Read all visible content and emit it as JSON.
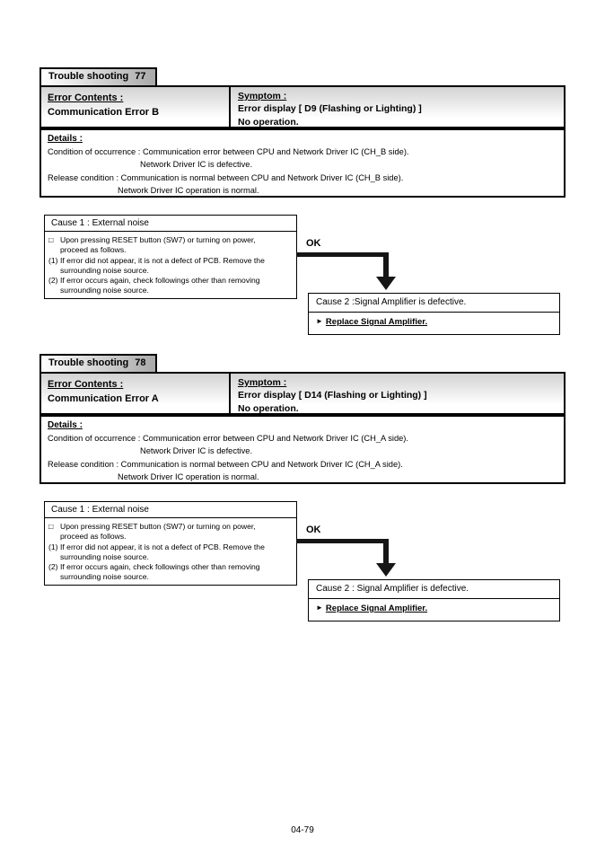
{
  "page": {
    "footer": "04-79"
  },
  "sections": [
    {
      "tab_label": "Trouble shooting",
      "tab_number": "77",
      "error_contents": {
        "label": "Error Contents :",
        "value": "Communication Error B"
      },
      "symptom": {
        "label": "Symptom :",
        "line1": "Error display [ D9 (Flashing or Lighting) ]",
        "line2": "No operation."
      },
      "details": {
        "label": "Details :",
        "line1": "Condition of occurrence : Communication error between CPU and Network Driver IC (CH_B side).",
        "line2": "Network Driver IC is defective.",
        "line3": "Release condition : Communication is normal between CPU and Network Driver IC (CH_B side).",
        "line4": "Network Driver IC operation is normal."
      },
      "cause1": {
        "title": "Cause 1 : External noise",
        "items": [
          {
            "marker": "□",
            "text": "Upon pressing RESET button (SW7) or turning on power,\nproceed as follows."
          },
          {
            "marker": "(1)",
            "text": "If error did not appear, it is not a defect of PCB. Remove the\nsurrounding noise source."
          },
          {
            "marker": "(2)",
            "text": "If error occurs again, check followings other than removing\nsurrounding noise source."
          }
        ]
      },
      "ok_label": "OK",
      "cause2": {
        "title": "Cause 2 :Signal Amplifier is defective.",
        "action_marker": "►",
        "action": "Replace Signal Amplifier."
      }
    },
    {
      "tab_label": "Trouble shooting",
      "tab_number": "78",
      "error_contents": {
        "label": "Error Contents :",
        "value": "Communication Error A"
      },
      "symptom": {
        "label": "Symptom :",
        "line1": "Error display [ D14 (Flashing or Lighting) ]",
        "line2": "No operation."
      },
      "details": {
        "label": "Details :",
        "line1": "Condition of occurrence : Communication error between CPU and Network Driver IC (CH_A side).",
        "line2": "Network Driver IC is defective.",
        "line3": "Release condition : Communication is normal between CPU and Network Driver IC (CH_A side).",
        "line4": "Network Driver IC operation is normal."
      },
      "cause1": {
        "title": "Cause 1 : External noise",
        "items": [
          {
            "marker": "□",
            "text": "Upon pressing RESET button (SW7) or turning on power,\nproceed as follows."
          },
          {
            "marker": "(1)",
            "text": "If error did not appear, it is not a defect of PCB. Remove the\nsurrounding noise source."
          },
          {
            "marker": "(2)",
            "text": "If error occurs again, check followings other than removing\nsurrounding noise source."
          }
        ]
      },
      "ok_label": "OK",
      "cause2": {
        "title": "Cause 2 : Signal Amplifier is defective.",
        "action_marker": "►",
        "action": "Replace Signal Amplifier."
      }
    }
  ]
}
